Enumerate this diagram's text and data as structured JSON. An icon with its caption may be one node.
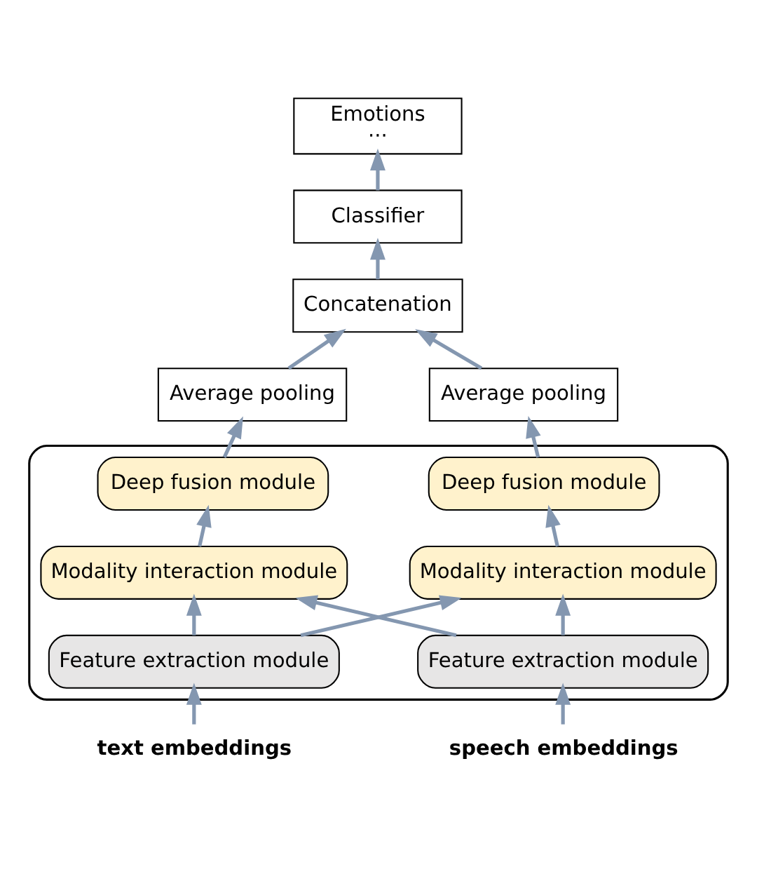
{
  "diagram": {
    "nodes": [
      {
        "text": [
          "Emotions",
          "···"
        ]
      },
      {
        "text": [
          "Classifier"
        ]
      },
      {
        "text": [
          "Concatenation"
        ]
      },
      {
        "text": [
          "Average pooling"
        ]
      },
      {
        "text": [
          "Average pooling"
        ]
      },
      {
        "text": [],
        "shape": "box"
      },
      {
        "text": [
          "Deep fusion module"
        ],
        "in": 5
      },
      {
        "text": [
          "Deep fusion module"
        ],
        "in": 5
      },
      {
        "text": [
          "Modality interaction module"
        ],
        "in": 5
      },
      {
        "text": [
          "Modality interaction module"
        ],
        "in": 5
      },
      {
        "text": [
          "Feature extraction module"
        ],
        "in": 5
      },
      {
        "text": [
          "Feature extraction module"
        ],
        "in": 5
      },
      {
        "text": [
          "text embeddings"
        ]
      },
      {
        "text": [
          "speech embeddings"
        ]
      }
    ],
    "edges": [
      {
        "from": 12,
        "to": 10,
        "arrow": "to"
      },
      {
        "from": 13,
        "to": 11,
        "arrow": "to"
      },
      {
        "from": 10,
        "to": 8,
        "arrow": "to"
      },
      {
        "from": 10,
        "to": 9,
        "arrow": "to"
      },
      {
        "from": 11,
        "to": 9,
        "arrow": "to"
      },
      {
        "from": 11,
        "to": 8,
        "arrow": "to"
      },
      {
        "from": 8,
        "to": 6,
        "arrow": "to"
      },
      {
        "from": 9,
        "to": 7,
        "arrow": "to"
      },
      {
        "from": 6,
        "to": 3,
        "arrow": "to"
      },
      {
        "from": 7,
        "to": 4,
        "arrow": "to"
      },
      {
        "from": 3,
        "to": 2,
        "arrow": "to"
      },
      {
        "from": 4,
        "to": 2,
        "arrow": "to"
      },
      {
        "from": 2,
        "to": 1,
        "arrow": "to"
      },
      {
        "from": 1,
        "to": 0,
        "arrow": "to"
      }
    ]
  }
}
